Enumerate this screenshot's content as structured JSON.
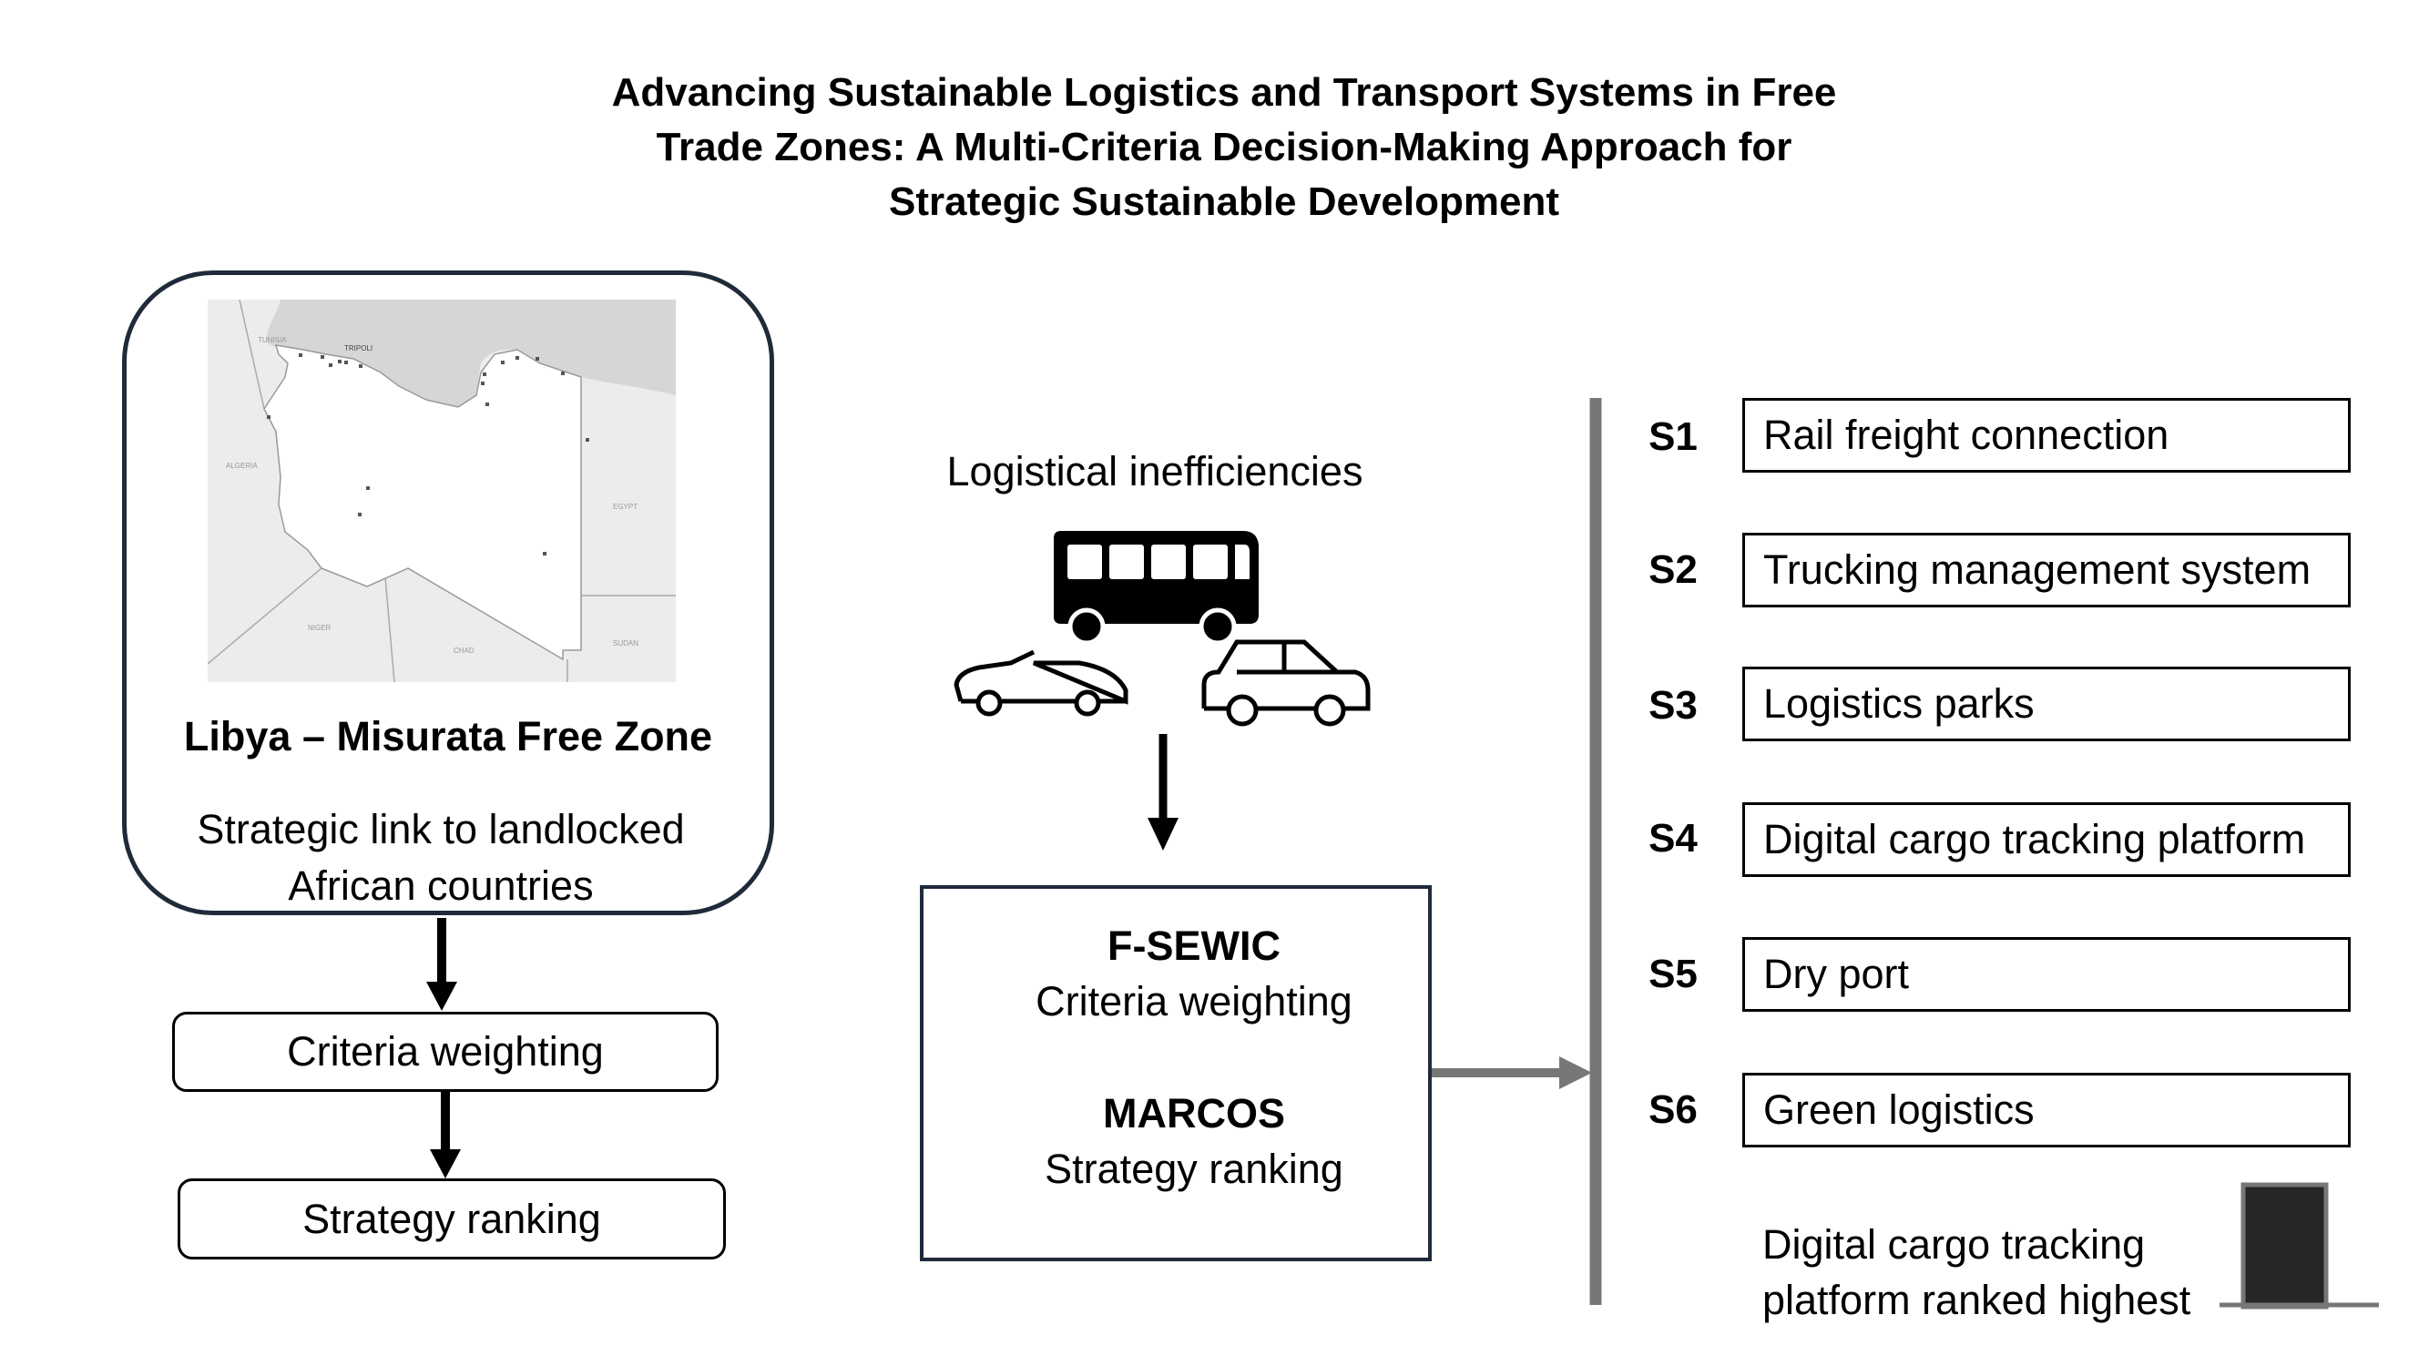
{
  "title": {
    "line1": "Advancing Sustainable Logistics and Transport Systems in Free",
    "line2": "Trade Zones: A Multi-Criteria Decision-Making Approach for",
    "line3": "Strategic Sustainable Development"
  },
  "left": {
    "map_icon": "libya-map",
    "map_labels": [
      "TUNISIA",
      "TRIPOLI",
      "ALGERIA",
      "EGYPT",
      "NIGER",
      "CHAD",
      "SUDAN"
    ],
    "heading": "Libya – Misurata Free Zone",
    "desc_line1": "Strategic link to landlocked",
    "desc_line2": "African countries",
    "step1": "Criteria weighting",
    "step2": "Strategy ranking"
  },
  "middle": {
    "problem": "Logistical inefficiencies",
    "icons": [
      "bus-icon",
      "convertible-car-icon",
      "car-icon"
    ],
    "method1_name": "F-SEWIC",
    "method1_desc": "Criteria weighting",
    "method2_name": "MARCOS",
    "method2_desc": "Strategy ranking"
  },
  "strategies": [
    {
      "id": "S1",
      "label": "Rail freight connection"
    },
    {
      "id": "S2",
      "label": "Trucking management system"
    },
    {
      "id": "S3",
      "label": "Logistics parks"
    },
    {
      "id": "S4",
      "label": "Digital cargo tracking platform"
    },
    {
      "id": "S5",
      "label": "Dry port"
    },
    {
      "id": "S6",
      "label": "Green logistics"
    }
  ],
  "result": {
    "line1": "Digital cargo tracking",
    "line2": "platform ranked highest"
  },
  "colors": {
    "line_gray": "#777777",
    "podium": "#262626",
    "map_land": "#ececec",
    "map_sea": "#d6d6d6"
  }
}
